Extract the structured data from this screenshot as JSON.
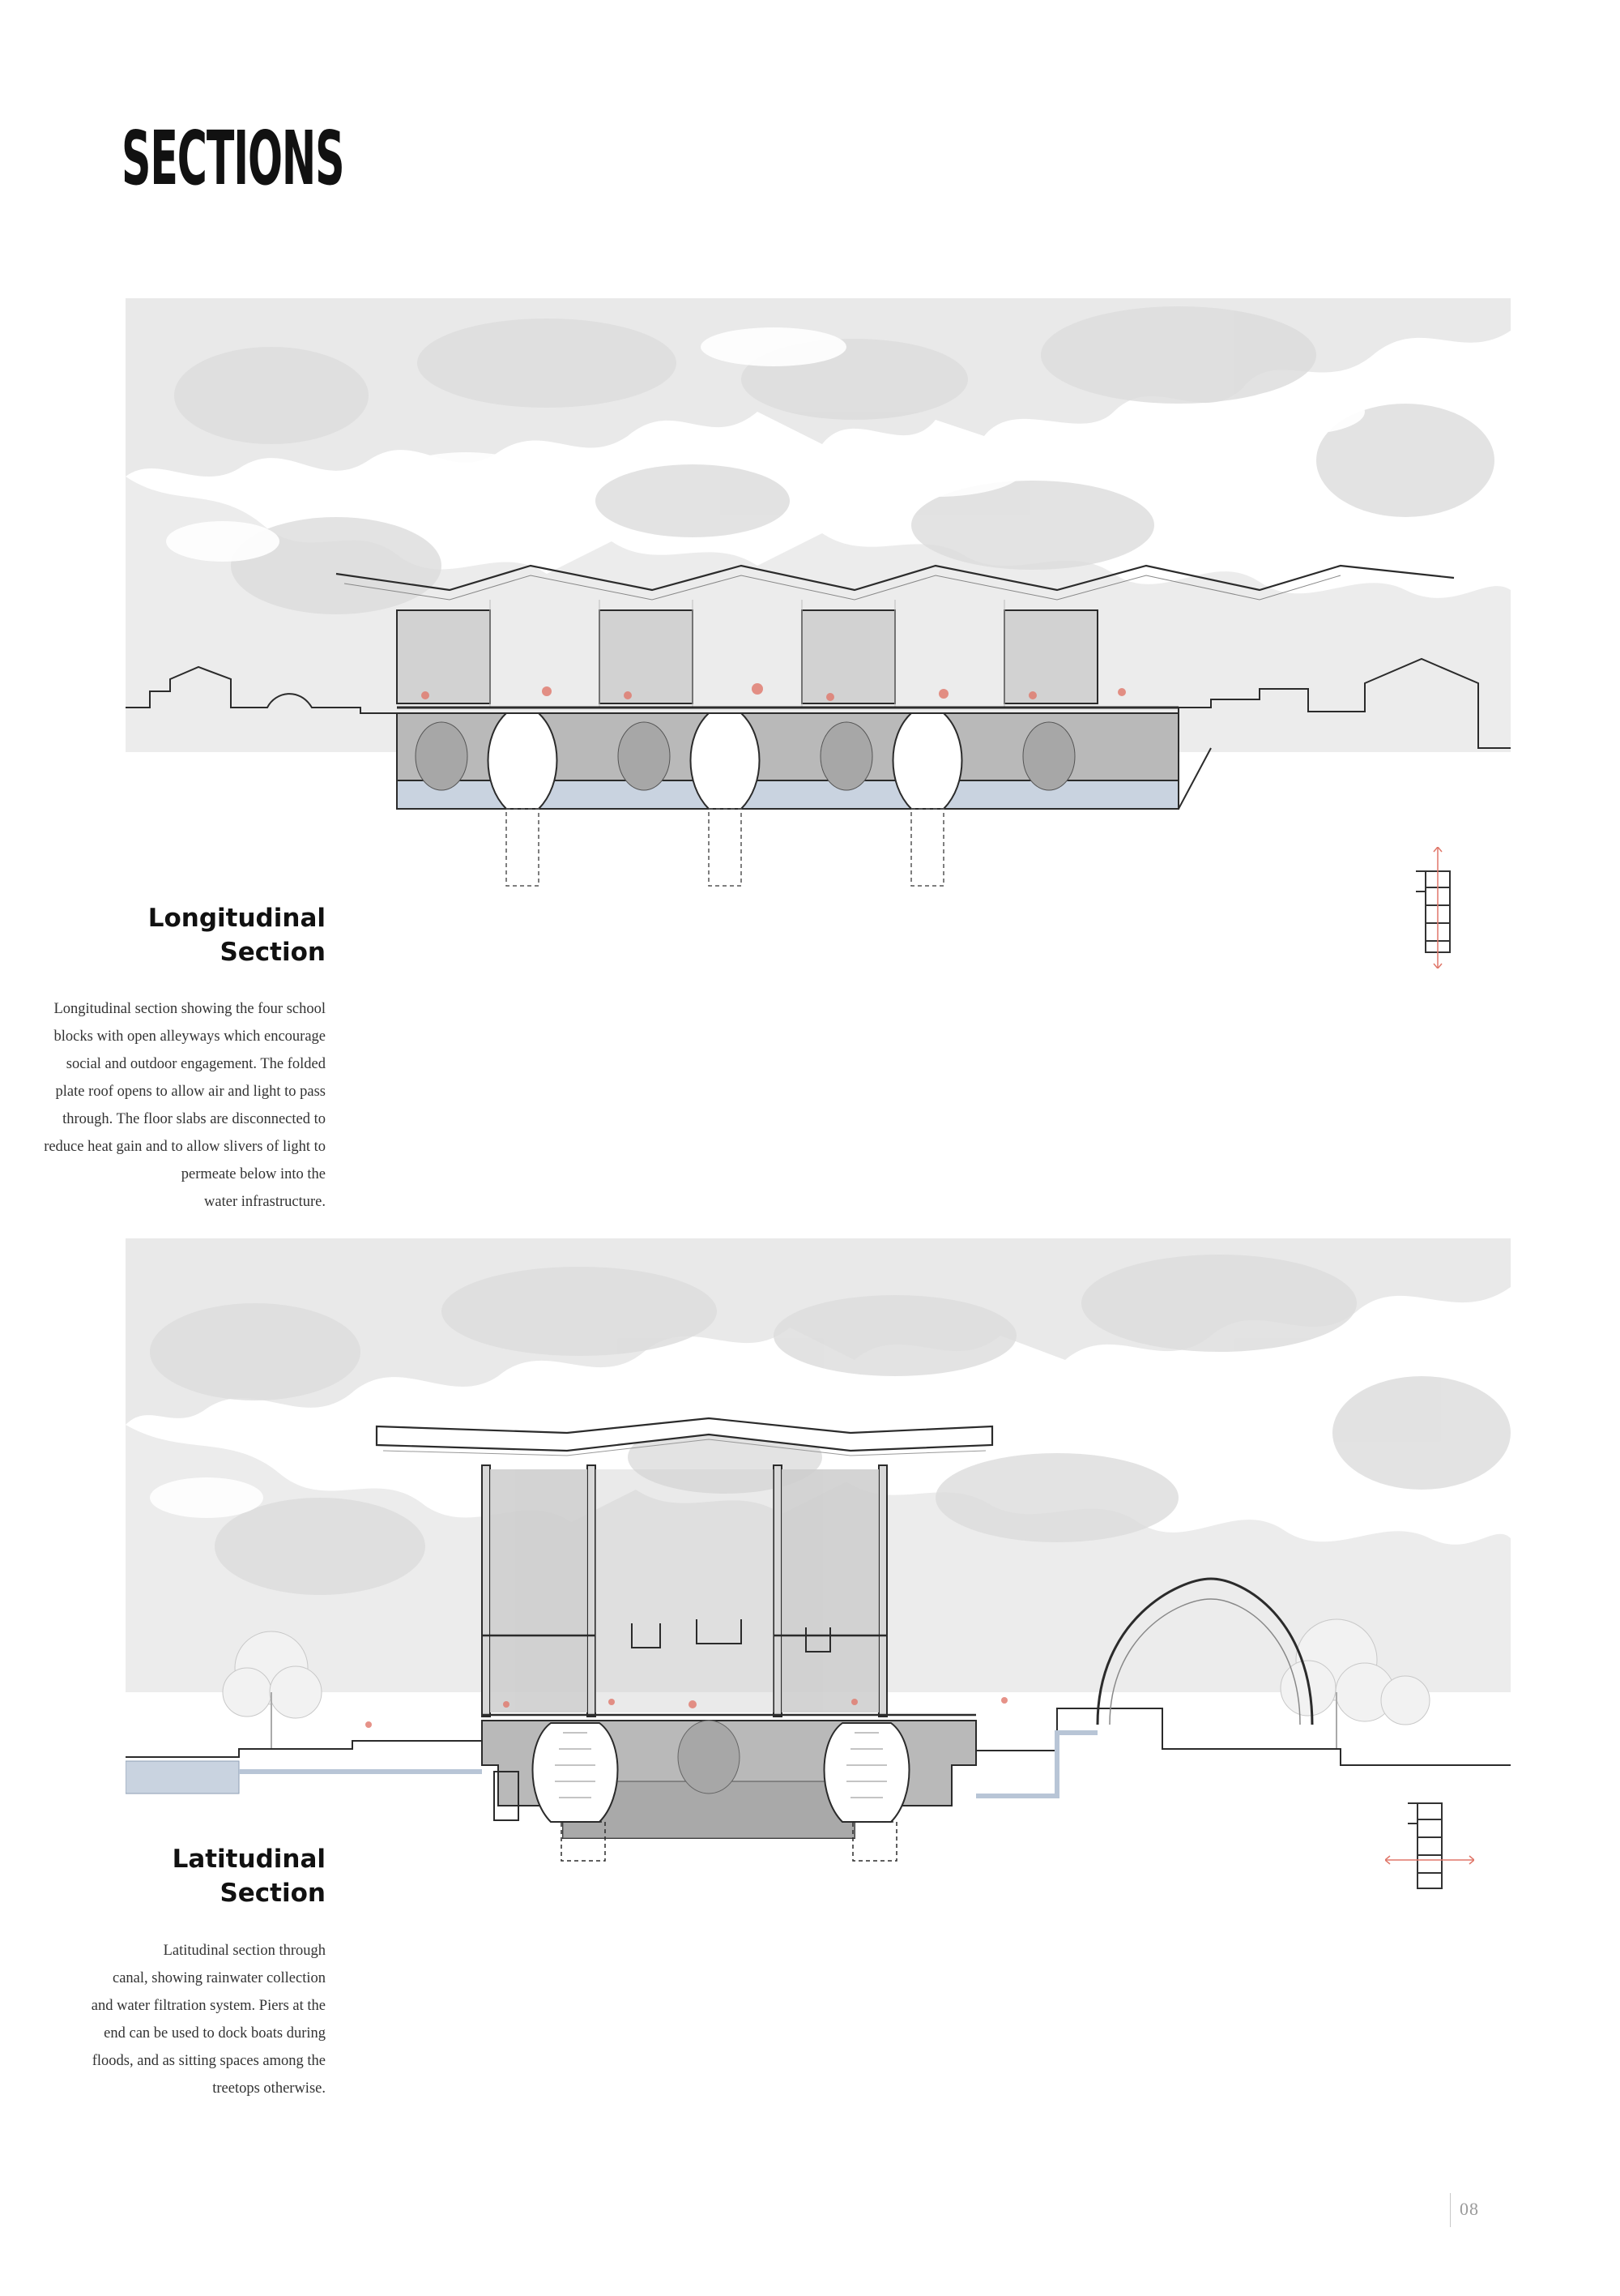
{
  "page": {
    "title": "SECTIONS",
    "page_number": "08"
  },
  "longitudinal": {
    "heading_line1": "Longitudinal",
    "heading_line2": "Section",
    "caption_lines": [
      "Longitudinal section showing the four school",
      "blocks with open alleyways which encourage",
      "social and outdoor engagement. The folded",
      "plate roof opens to allow air and light to pass",
      "through. The floor slabs are disconnected to",
      "reduce heat gain and to allow slivers of light to",
      "permeate below into the",
      "water infrastructure."
    ]
  },
  "latitudinal": {
    "heading_line1": "Latitudinal",
    "heading_line2": "Section",
    "caption_lines": [
      "Latitudinal section through",
      "canal, showing rainwater collection",
      "and water filtration system. Piers at the",
      "end can be used to dock boats during",
      "floods, and as sitting spaces among the",
      "treetops otherwise."
    ]
  },
  "colors": {
    "foliage": "#e9e9e9",
    "foliage_dark": "#dedede",
    "ink": "#2b2b2b",
    "earth": "#bdbdbd",
    "water": "#c9d3e0",
    "accent": "#e0776a"
  }
}
